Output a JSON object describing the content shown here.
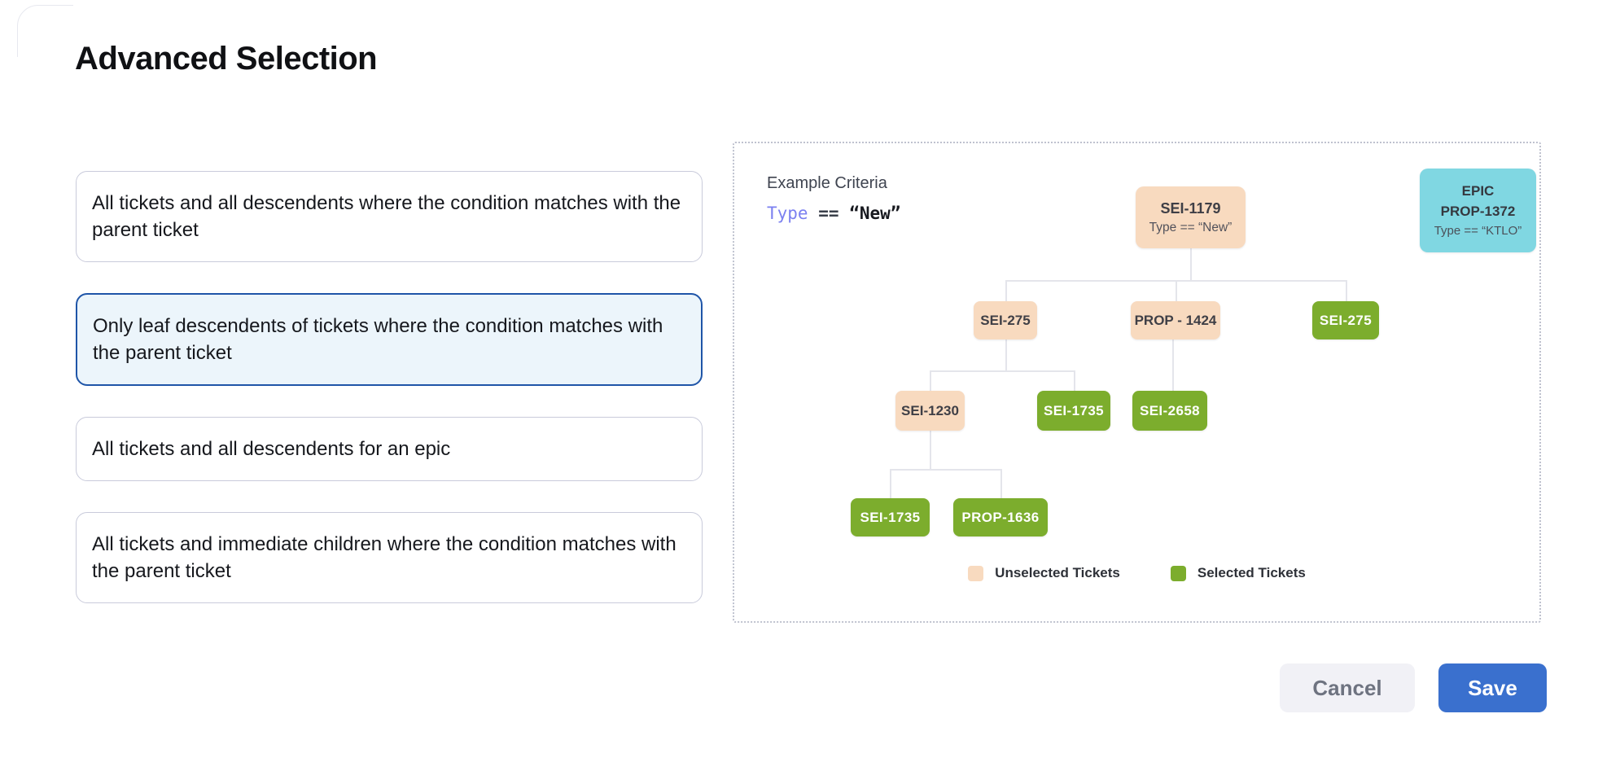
{
  "title": "Advanced Selection",
  "options": [
    {
      "label": "All tickets and all descendents where the condition matches with the parent ticket",
      "selected": false
    },
    {
      "label": "Only leaf descendents of tickets where the condition matches with the parent ticket",
      "selected": true
    },
    {
      "label": "All tickets and all descendents for an epic",
      "selected": false
    },
    {
      "label": "All tickets and immediate children where the condition matches with the parent ticket",
      "selected": false
    }
  ],
  "example": {
    "heading": "Example Criteria",
    "criteria": {
      "field": "Type",
      "operator": "==",
      "value": "“New”"
    },
    "epic_card": {
      "type_label": "EPIC",
      "id": "PROP-1372",
      "condition": "Type == “KTLO”"
    },
    "tree": {
      "root": {
        "id": "SEI-1179",
        "condition": "Type == “New”",
        "state": "unselected"
      },
      "nodes": [
        {
          "id": "SEI-275",
          "state": "unselected"
        },
        {
          "id": "PROP - 1424",
          "state": "unselected"
        },
        {
          "id": "SEI-275",
          "state": "selected"
        },
        {
          "id": "SEI-1230",
          "state": "unselected"
        },
        {
          "id": "SEI-1735",
          "state": "selected"
        },
        {
          "id": "SEI-2658",
          "state": "selected"
        },
        {
          "id": "SEI-1735",
          "state": "selected"
        },
        {
          "id": "PROP-1636",
          "state": "selected"
        }
      ]
    },
    "legend": [
      {
        "label": "Unselected Tickets",
        "color": "#f8dabf"
      },
      {
        "label": "Selected Tickets",
        "color": "#7cad2d"
      }
    ]
  },
  "footer": {
    "cancel_label": "Cancel",
    "save_label": "Save"
  },
  "colors": {
    "unselected_node": "#f8dabf",
    "selected_node": "#7cad2d",
    "epic_card": "#80d7e2",
    "selected_option_border": "#1f55a8",
    "selected_option_bg": "#ecf5fb",
    "save_button": "#3a70ce",
    "criteria_field": "#7b80f0"
  }
}
